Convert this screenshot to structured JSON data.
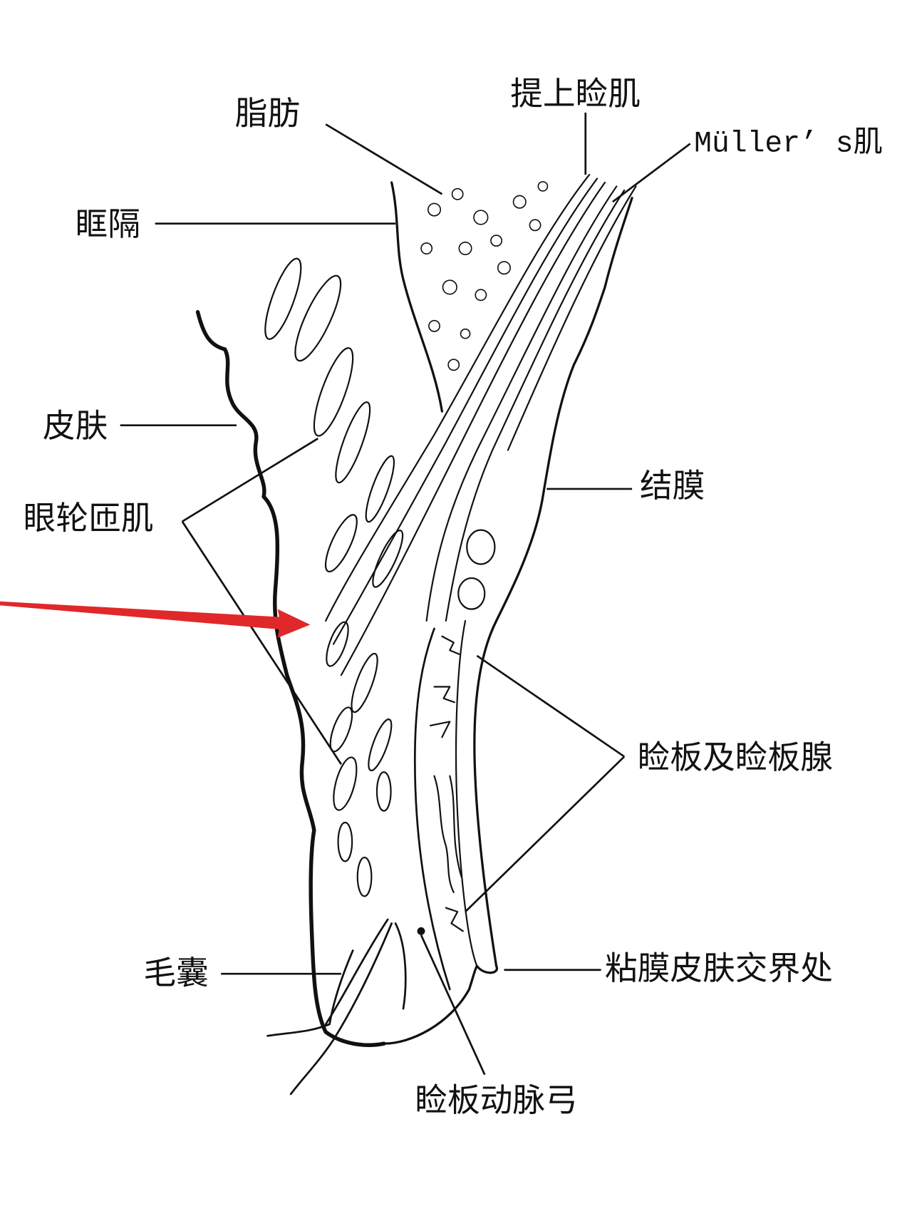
{
  "labels": {
    "fat": "脂肪",
    "levator": "提上睑肌",
    "muller": "Müller’ s肌",
    "septum": "眶隔",
    "skin": "皮肤",
    "orbicularis": "眼轮匝肌",
    "conjunctiva": "结膜",
    "tarsus": "睑板及睑板腺",
    "mucocutaneous": "粘膜皮肤交界处",
    "follicle": "毛囊",
    "arcade": "睑板动脉弓"
  },
  "colors": {
    "ink": "#111111",
    "arrow": "#e0282a",
    "background": "#ffffff"
  }
}
